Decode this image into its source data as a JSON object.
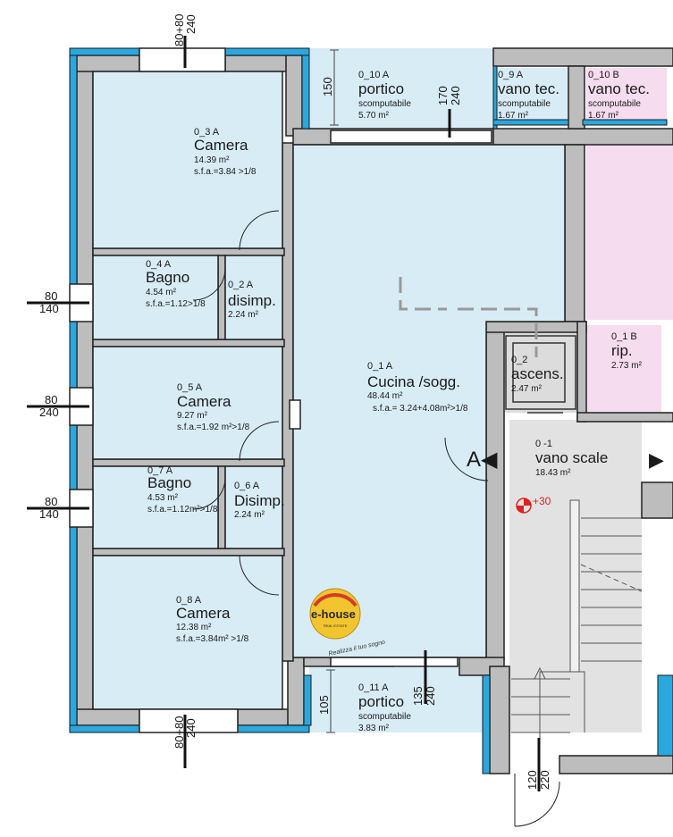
{
  "colors": {
    "room_fill": "#d8ecf5",
    "pink_fill": "#f5dcef",
    "wall_grey": "#bdbdbd",
    "wall_dark": "#222222",
    "insulation": "#2aa7dd",
    "stair_fill": "#e2e2e2",
    "marker_red": "#e02020"
  },
  "rooms": {
    "r03A": {
      "code": "0_3 A",
      "name": "Camera",
      "area": "14.39 m²",
      "sfa": "s.f.a.=3.84 >1/8"
    },
    "r04A": {
      "code": "0_4 A",
      "name": "Bagno",
      "area": "4.54 m²",
      "sfa": "s.f.a.=1.12>1/8"
    },
    "r02A": {
      "code": "0_2 A",
      "name": "disimp.",
      "area": "2.24 m²"
    },
    "r05A": {
      "code": "0_5 A",
      "name": "Camera",
      "area": "9.27 m²",
      "sfa": "s.f.a.=1.92 m²>1/8"
    },
    "r07A": {
      "code": "0_7 A",
      "name": "Bagno",
      "area": "4.53 m²",
      "sfa": "s.f.a.=1.12m²>1/8"
    },
    "r06A": {
      "code": "0_6 A",
      "name": "Disimp.",
      "area": "2.24 m²"
    },
    "r08A": {
      "code": "0_8 A",
      "name": "Camera",
      "area": "12.38 m²",
      "sfa": "s.f.a.=3.84m² >1/8"
    },
    "r01A": {
      "code": "0_1 A",
      "name": "Cucina /sogg.",
      "area": "48.44 m²",
      "sfa": "s.f.a.= 3.24+4.08m²>1/8"
    },
    "r010A": {
      "code": "0_10 A",
      "name": "portico",
      "note": "scomputabile",
      "area": "5.70 m²"
    },
    "r09A": {
      "code": "0_9 A",
      "name": "vano tec.",
      "note": "scomputabile",
      "area": "1.67 m²"
    },
    "r010B": {
      "code": "0_10 B",
      "name": "vano tec.",
      "note": "scomputabile",
      "area": "1.67 m²"
    },
    "r01B": {
      "code": "0_1 B",
      "name": "rip.",
      "area": "2.73 m²"
    },
    "r02": {
      "code": "0_2",
      "name": "ascens.",
      "area": "2.47 m²"
    },
    "r_1": {
      "code": "0 -1",
      "name": "vano scale",
      "area": "18.43 m²"
    },
    "r011A": {
      "code": "0_11 A",
      "name": "portico",
      "note": "scomputabile",
      "area": "3.83 m²"
    }
  },
  "dims": {
    "top_door": [
      "80+80",
      "240"
    ],
    "porch_top": "150",
    "porch_top_door": [
      "170",
      "240"
    ],
    "win1": [
      "80",
      "140"
    ],
    "win2": [
      "80",
      "240"
    ],
    "win3": [
      "80",
      "140"
    ],
    "bottom_door": [
      "80+80",
      "240"
    ],
    "porch_bottom": "105",
    "porch_bottom_door": [
      "135",
      "240"
    ],
    "stair_bottom": [
      "120",
      "220"
    ]
  },
  "section": {
    "left": "A◀",
    "right": "▶"
  },
  "level": "+30",
  "logo": {
    "brand": "e-house",
    "sub": "REAL ESTATE",
    "tag": "Realizza il tuo sogno"
  }
}
